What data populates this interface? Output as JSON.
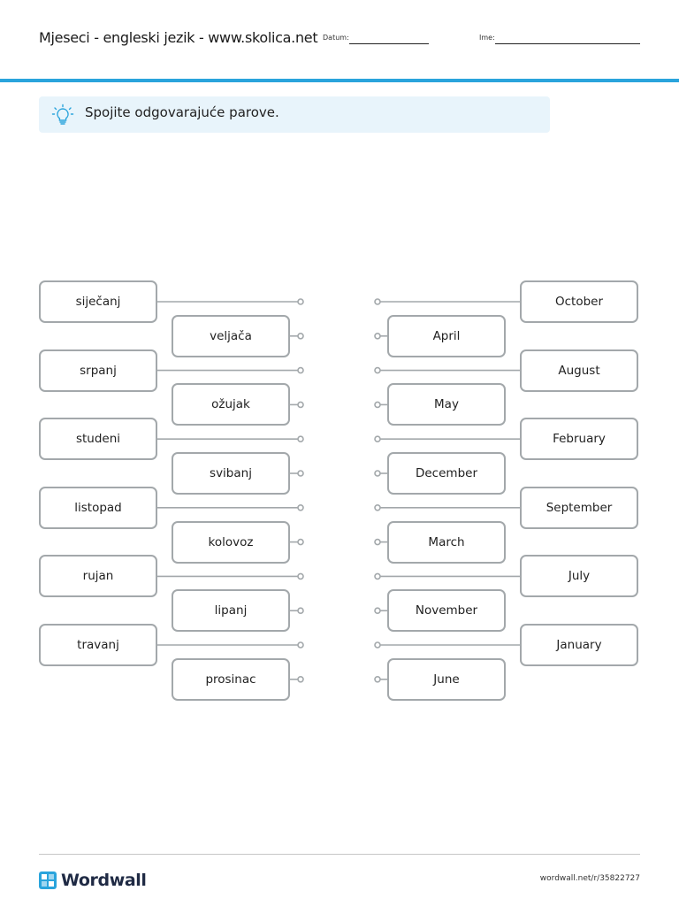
{
  "header": {
    "title": "Mjeseci - engleski jezik - www.skolica.net",
    "date_label": "Datum:",
    "name_label": "Ime:"
  },
  "instruction": {
    "text": "Spojite odgovarajuće parove.",
    "icon": "lightbulb-icon"
  },
  "left_items": [
    "siječanj",
    "veljača",
    "srpanj",
    "ožujak",
    "studeni",
    "svibanj",
    "listopad",
    "kolovoz",
    "rujan",
    "lipanj",
    "travanj",
    "prosinac"
  ],
  "right_items": [
    "October",
    "April",
    "August",
    "May",
    "February",
    "December",
    "September",
    "March",
    "July",
    "November",
    "January",
    "June"
  ],
  "footer": {
    "brand": "Wordwall",
    "url": "wordwall.net/r/35822727"
  },
  "colors": {
    "accent": "#2aa4dc",
    "card_border": "#a3a8ab",
    "instruction_bg": "#e8f4fb"
  }
}
